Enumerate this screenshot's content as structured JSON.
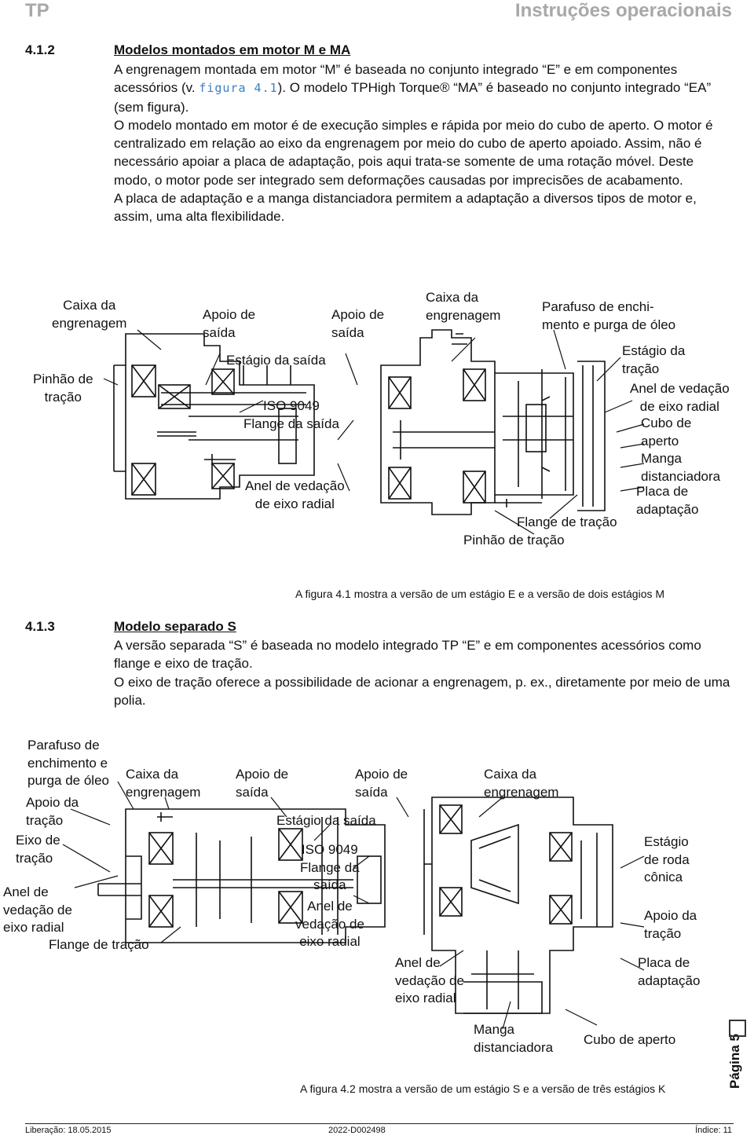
{
  "header": {
    "left": "TP",
    "right": "Instruções operacionais"
  },
  "sec412": {
    "num": "4.1.2",
    "title": "Modelos montados em motor  M  e  MA",
    "p1a": "A engrenagem montada em motor “M” é baseada no conjunto integrado “E” e em componentes acessórios (v. ",
    "p1link": "figura 4.1",
    "p1b": "). O modelo TPHigh Torque® “MA” é baseado no conjunto integrado “EA” (sem figura).",
    "p2": "O modelo montado em motor é de execução simples e rápida por meio do cubo de aperto. O motor é centralizado em relação ao eixo da engrenagem por meio do cubo de aperto apoiado. Assim, não é necessário apoiar a placa de adaptação, pois aqui trata-se somente de uma rotação móvel. Deste modo, o motor pode ser integrado sem deformações causadas por imprecisões de acabamento.",
    "p3": "A placa de adaptação e a manga distanciadora permitem a adaptação a diversos tipos de motor e, assim, uma alta flexibilidade."
  },
  "fig1": {
    "labels": {
      "caixa1": "Caixa da\nengrenagem",
      "pinhao1": "Pinhão de\ntração",
      "apoio1": "Apoio de\nsaída",
      "estagio_saida": "Estágio da saída",
      "iso": "ISO 9049\nFlange da saída",
      "anel1": "Anel de vedação\nde eixo radial",
      "apoio2": "Apoio de\nsaída",
      "caixa2": "Caixa da\nengrenagem",
      "parafuso": "Parafuso de enchi-\nmento e purga de óleo",
      "estagio_tracao": "Estágio da\ntração",
      "anel2": "Anel de vedação\nde eixo radial",
      "cubo": "Cubo de\naperto",
      "manga": "Manga\ndistanciadora",
      "placa": "Placa de\nadaptação",
      "flange_tracao": "Flange de tração",
      "pinhao2": "Pinhão de tração"
    },
    "caption": "A figura 4.1 mostra a versão de um estágio  E  e a versão de dois estágios  M"
  },
  "sec413": {
    "num": "4.1.3",
    "title": "Modelo separado  S",
    "p1": "A versão separada “S” é baseada no modelo integrado TP “E” e em componentes acessórios como flange e eixo de tração.",
    "p2": "O eixo de tração oferece a possibilidade de acionar a engrenagem, p. ex., diretamente por meio de uma polia."
  },
  "fig2": {
    "labels": {
      "parafuso": "Parafuso de\nenchimento e\npurga de óleo",
      "caixa1": "Caixa da\nengrenagem",
      "apoio_tracao1": "Apoio da\ntração",
      "eixo": "Eixo de\ntração",
      "anel1": "Anel de\nvedação de\neixo radial",
      "flange_tracao": "Flange de tração",
      "apoio1": "Apoio de\nsaída",
      "estagio_saida": "Estágio da saída",
      "iso": "ISO 9049\nFlange da\nsaída",
      "anel2": "Anel de\nvedação de\neixo radial",
      "apoio2": "Apoio de\nsaída",
      "caixa2": "Caixa da\nengrenagem",
      "estagio_conica": "Estágio\nde roda\ncônica",
      "apoio_tracao2": "Apoio da\ntração",
      "anel3": "Anel de\nvedação de\neixo radial",
      "placa": "Placa de\nadaptação",
      "manga": "Manga\ndistanciadora",
      "cubo": "Cubo de aperto"
    },
    "caption": "A figura 4.2 mostra a versão de um estágio  S  e a versão de três estágios  K"
  },
  "side": {
    "page": "Página 5"
  },
  "footer": {
    "left": "Liberação: 18.05.2015",
    "center": "2022-D002498",
    "right": "Índice: 11"
  }
}
